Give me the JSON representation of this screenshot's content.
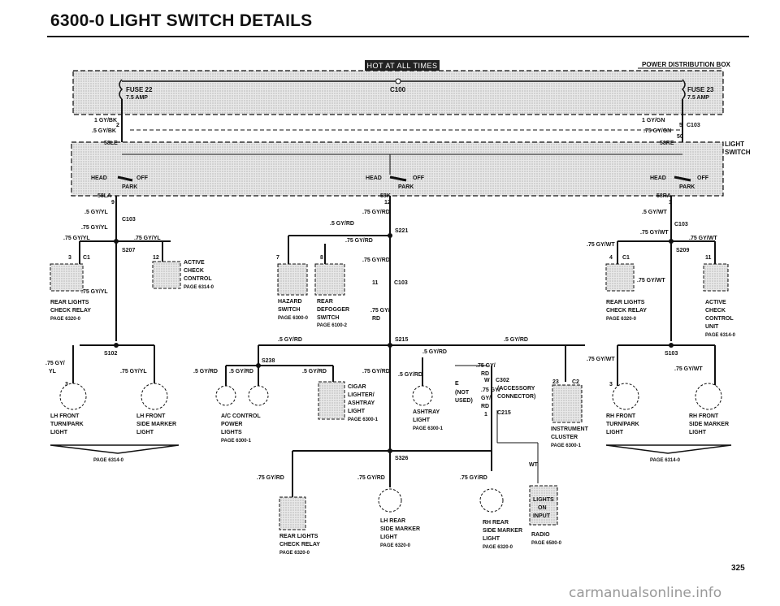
{
  "header": {
    "title": "6300-0   LIGHT SWITCH DETAILS",
    "hot_label": "HOT AT ALL TIMES",
    "power_box": "POWER DISTRIBUTION BOX"
  },
  "fuses": {
    "f22": "FUSE 22",
    "f22_amp": "7.5 AMP",
    "f23": "FUSE 23",
    "f23_amp": "7.5 AMP",
    "c100": "C100"
  },
  "switch": {
    "label1": "LIGHT",
    "label2": "SWITCH",
    "w_1gybk": "1 GY/BK",
    "w_5gybk": ".5 GY/BK",
    "pin2l": "2",
    "pin1l": "1",
    "pin5r": "5",
    "w_1gygn": "1 GY/GN",
    "w_75gygn": ".75 GY/GN",
    "c103": "C103",
    "s8l": "58LE",
    "s8r": "58RE",
    "s50": "50",
    "head": "HEAD",
    "off": "OFF",
    "park": "PARK",
    "s58l": "58LA",
    "s58k": "58K",
    "s58ra": "58RA",
    "p9": "9",
    "p12": "12",
    "p1": "1"
  },
  "wires": {
    "gyyl5": ".5 GY/YL",
    "gyyl75": ".75 GY/YL",
    "gyrd75": ".75 GY/RD",
    "gyrd5": ".5 GY/RD",
    "gywt5": ".5 GY/WT",
    "gywt75": ".75 GY/WT",
    "s207": "S207",
    "s221": "S221",
    "s209": "S209",
    "s215": "S215",
    "s238": "S238",
    "s102": "S102",
    "s103": "S103",
    "s326": "S326",
    "c1": "C1",
    "c2": "C2",
    "c103": "C103",
    "c302": "C302",
    "c215": "C215",
    "rd": "RD",
    "gy": "GY/",
    "wt": "WT",
    "not": "(NOT",
    "used": "USED)",
    "w_lbl": "W",
    "e_lbl": "E",
    "gyrd_rd": "RD",
    "gyyl_split": ".75 GY/",
    "yl": "YL",
    "n3": "3",
    "n4": "4",
    "n7": "7",
    "n8": "8",
    "n11": "11",
    "n12": "12",
    "n23": "23",
    "n1": "1"
  },
  "components": {
    "active_check": [
      "ACTIVE",
      "CHECK",
      "CONTROL",
      "PAGE 6314-0"
    ],
    "active_check_r": [
      "ACTIVE",
      "CHECK",
      "CONTROL",
      "UNIT",
      "PAGE 6314-0"
    ],
    "rear_lights_l": [
      "REAR LIGHTS",
      "CHECK RELAY",
      "PAGE 6320-0"
    ],
    "rear_lights_r": [
      "REAR LIGHTS",
      "CHECK RELAY",
      "PAGE 6320-0"
    ],
    "rear_lights_b": [
      "REAR LIGHTS",
      "CHECK RELAY",
      "PAGE 6320-0"
    ],
    "hazard": [
      "HAZARD",
      "SWITCH",
      "PAGE 6300-0"
    ],
    "defogger": [
      "REAR",
      "DEFOGGER",
      "SWITCH",
      "PAGE 6100-2"
    ],
    "lh_front_turn": [
      "LH FRONT",
      "TURN/PARK",
      "LIGHT"
    ],
    "lh_front_side": [
      "LH FRONT",
      "SIDE MARKER",
      "LIGHT"
    ],
    "ac_control": [
      "A/C CONTROL",
      "POWER",
      "LIGHTS",
      "PAGE 6300-1"
    ],
    "cigar": [
      "CIGAR",
      "LIGHTER/",
      "ASHTRAY",
      "LIGHT",
      "PAGE 6300-1"
    ],
    "ashtray": [
      "ASHTRAY",
      "LIGHT",
      "PAGE 6300-1"
    ],
    "accessory": [
      "(ACCESSORY",
      "CONNECTOR)"
    ],
    "instrument": [
      "INSTRUMENT",
      "CLUSTER",
      "PAGE 6300-1"
    ],
    "rh_front_turn": [
      "RH FRONT",
      "TURN/PARK",
      "LIGHT"
    ],
    "rh_front_side": [
      "RH FRONT",
      "SIDE MARKER",
      "LIGHT"
    ],
    "lh_rear_side": [
      "LH REAR",
      "SIDE MARKER",
      "LIGHT",
      "PAGE 6320-0"
    ],
    "rh_rear_side": [
      "RH REAR",
      "SIDE MARKER",
      "LIGHT",
      "PAGE 6320-0"
    ],
    "radio": [
      "LIGHTS",
      "ON",
      "INPUT",
      "RADIO",
      "PAGE 6500-0"
    ],
    "page_l": "PAGE 6314-0",
    "page_r": "PAGE 6314-0"
  },
  "footer": {
    "page_number": "325",
    "watermark": "carmanualsonline.info"
  }
}
